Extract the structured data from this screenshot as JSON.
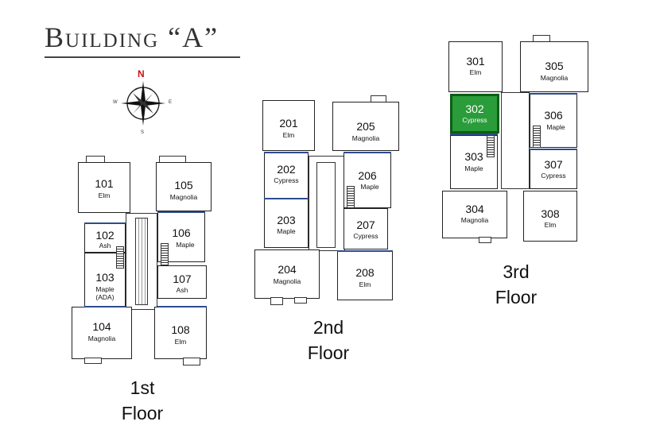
{
  "title": "Building “A”",
  "compass": {
    "north": "N",
    "east": "E",
    "south": "S",
    "west": "W",
    "north_color": "#cc1111"
  },
  "highlight_color": "#2a9c3a",
  "floors": {
    "f1": {
      "label_line1": "1st",
      "label_line2": "Floor"
    },
    "f2": {
      "label_line1": "2nd",
      "label_line2": "Floor"
    },
    "f3": {
      "label_line1": "3rd",
      "label_line2": "Floor"
    }
  },
  "rooms": {
    "r101": {
      "number": "101",
      "name": "Elm"
    },
    "r102": {
      "number": "102",
      "name": "Ash"
    },
    "r103": {
      "number": "103",
      "name": "Maple (ADA)"
    },
    "r104": {
      "number": "104",
      "name": "Magnolia"
    },
    "r105": {
      "number": "105",
      "name": "Magnolia"
    },
    "r106": {
      "number": "106",
      "name": "Maple"
    },
    "r107": {
      "number": "107",
      "name": "Ash"
    },
    "r108": {
      "number": "108",
      "name": "Elm"
    },
    "r201": {
      "number": "201",
      "name": "Elm"
    },
    "r202": {
      "number": "202",
      "name": "Cypress"
    },
    "r203": {
      "number": "203",
      "name": "Maple"
    },
    "r204": {
      "number": "204",
      "name": "Magnolia"
    },
    "r205": {
      "number": "205",
      "name": "Magnolia"
    },
    "r206": {
      "number": "206",
      "name": "Maple"
    },
    "r207": {
      "number": "207",
      "name": "Cypress"
    },
    "r208": {
      "number": "208",
      "name": "Elm"
    },
    "r301": {
      "number": "301",
      "name": "Elm"
    },
    "r302": {
      "number": "302",
      "name": "Cypress"
    },
    "r303": {
      "number": "303",
      "name": "Maple"
    },
    "r304": {
      "number": "304",
      "name": "Magnolia"
    },
    "r305": {
      "number": "305",
      "name": "Magnolia"
    },
    "r306": {
      "number": "306",
      "name": "Maple"
    },
    "r307": {
      "number": "307",
      "name": "Cypress"
    },
    "r308": {
      "number": "308",
      "name": "Elm"
    }
  }
}
